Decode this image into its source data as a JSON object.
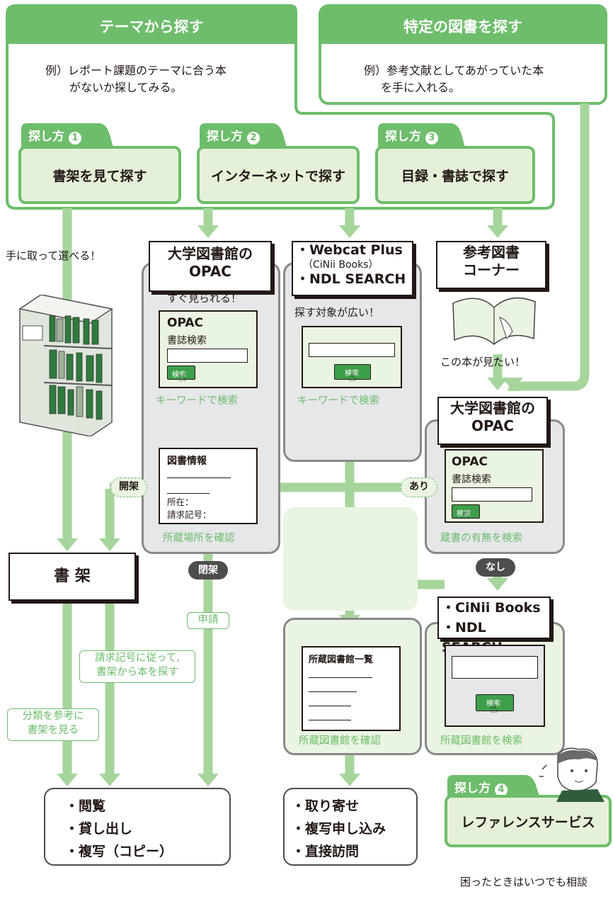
{
  "theme": {
    "title": "テーマから探す",
    "desc_line1": "例）レポート課題のテーマに合う本",
    "desc_line2": "がないか探してみる。"
  },
  "specific": {
    "title": "特定の図書を探す",
    "desc_line1": "例）参考文献としてあがっていた本",
    "desc_line2": "を手に入れる。"
  },
  "methods": [
    {
      "tab": "探し方",
      "num": "1",
      "label": "書架を見て探す"
    },
    {
      "tab": "探し方",
      "num": "2",
      "label": "インターネットで探す"
    },
    {
      "tab": "探し方",
      "num": "3",
      "label": "目録・書誌で探す"
    },
    {
      "tab": "探し方",
      "num": "4",
      "label": "レファレンスサービス"
    }
  ],
  "left": {
    "pick_label": "手に取って選べる！"
  },
  "opac_panel": {
    "title1": "大学図書館の",
    "title2": "OPAC",
    "subtitle": "すぐ見られる！",
    "card_title": "OPAC",
    "card_sub": "書誌検索",
    "button": "検索",
    "caption": "キーワードで検索"
  },
  "webcat_panel": {
    "line1": "・Webcat Plus",
    "line2": "（CiNii Books）",
    "line3": "・NDL SEARCH",
    "subtitle": "探す対象が広い！",
    "button": "検索",
    "caption": "キーワードで検索"
  },
  "reference": {
    "title1": "参考図書",
    "title2": "コーナー",
    "caption": "この本が見たい！"
  },
  "opac2": {
    "title1": "大学図書館の",
    "title2": "OPAC",
    "card_title": "OPAC",
    "card_sub": "書誌検索",
    "button": "検索",
    "caption": "蔵書の有無を検索"
  },
  "book_info": {
    "title": "図書情報",
    "loc": "所在：",
    "call": "請求記号：",
    "caption": "所蔵場所を確認"
  },
  "badges": {
    "open": "開架",
    "closed": "閉架",
    "yes": "あり",
    "no": "なし"
  },
  "labels": {
    "apply": "申請",
    "call_search1": "請求記号に従って,",
    "call_search2": "書架から本を探す",
    "class_ref1": "分類を参考に",
    "class_ref2": "書架を見る"
  },
  "shelf": {
    "label": "書 架"
  },
  "cinii_panel": {
    "line1": "・CiNii Books",
    "line2": "・NDL SEARCH",
    "button": "検索",
    "caption": "所蔵図書館を検索"
  },
  "holding": {
    "title": "所蔵図書館一覧",
    "caption": "所蔵図書館を確認"
  },
  "results_left": [
    "・閲覧",
    "・貸し出し",
    "・複写（コピー）"
  ],
  "results_mid": [
    "・取り寄せ",
    "・複写申し込み",
    "・直接訪問"
  ],
  "consult": "困ったときはいつでも相談",
  "colors": {
    "green": "#6dbd6b",
    "green_light": "#e4f1d8",
    "flow": "#a6d59c",
    "gray_panel": "#e6e7e9",
    "dark": "#4d4d4d"
  }
}
